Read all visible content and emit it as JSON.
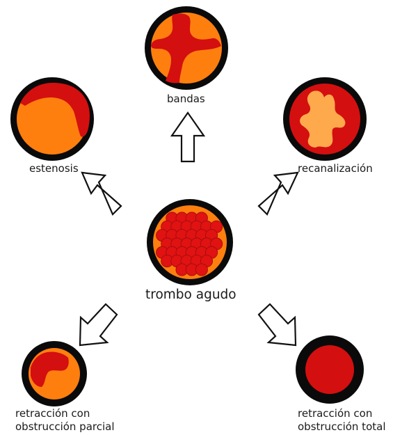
{
  "labels": {
    "center": "trombo agudo",
    "top": "bandas",
    "top_left": "estenosis",
    "top_right": "recanalización",
    "bottom_left": [
      "retracción con",
      "obstrucción parcial"
    ],
    "bottom_right": [
      "retracción con",
      "obstrucción total"
    ]
  },
  "colors": {
    "ring": "#0a0a0a",
    "lumen_orange": "#ff7f0e",
    "thrombus_red": "#d40f0f",
    "cell_red": "#e01212",
    "arrow_fill": "#ffffff",
    "arrow_stroke": "#111111"
  },
  "icons": [
    "vessel-thrombus-icon",
    "arrow-icon"
  ]
}
